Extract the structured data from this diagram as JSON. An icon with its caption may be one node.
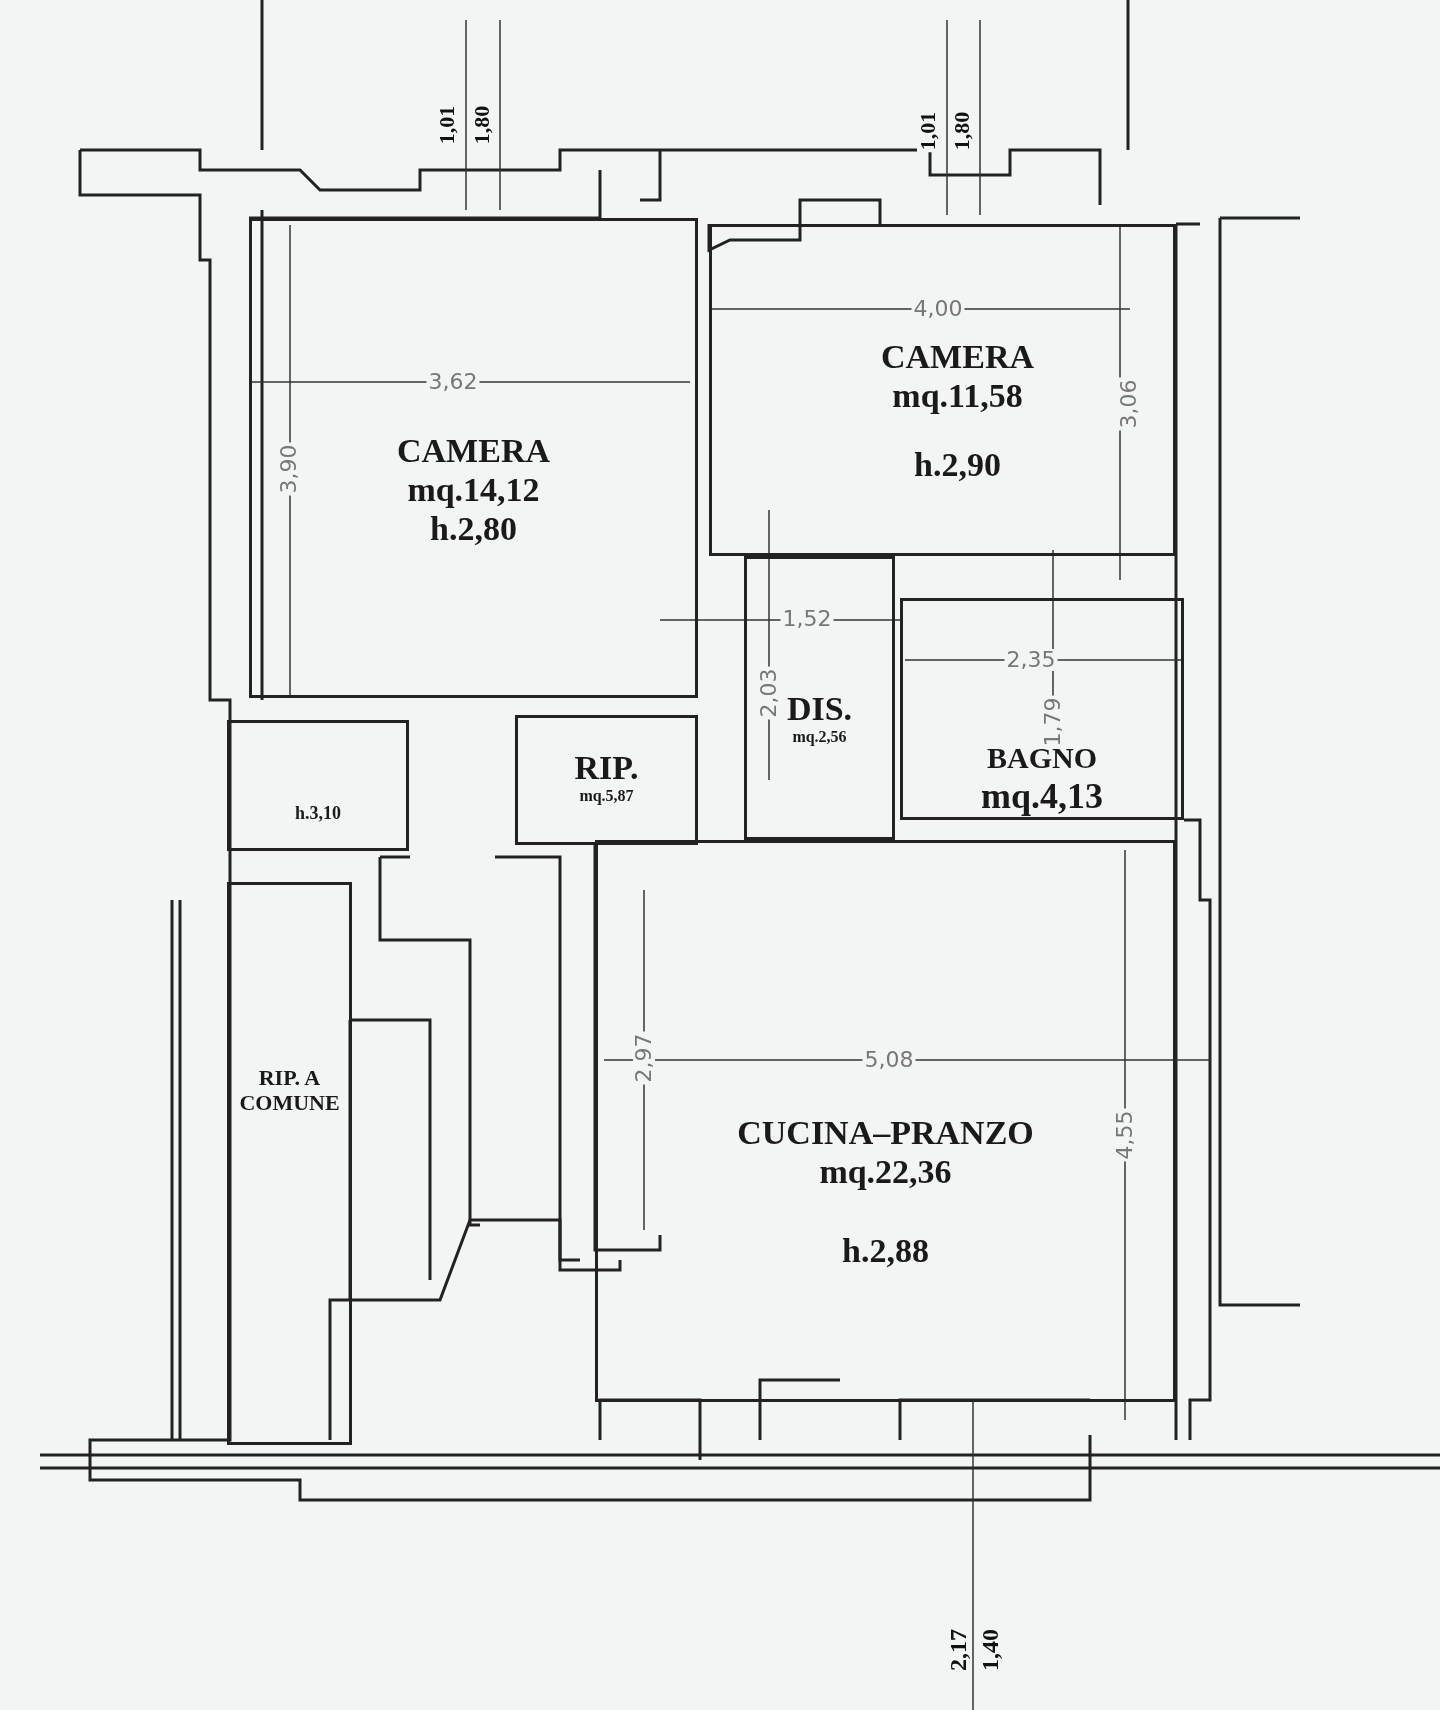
{
  "diagram": {
    "nodes": [
      {
        "text": [
          "CAMERA",
          "mq.14,12",
          "h.2,80"
        ]
      },
      {
        "text": [
          "CAMERA",
          "mq.11,58",
          "h.2,90"
        ]
      },
      {
        "text": [
          "DIS.",
          "mq.2,56"
        ]
      },
      {
        "text": [
          "RIP.",
          "mq.5,87"
        ]
      },
      {
        "text": [
          "h.3,10"
        ]
      },
      {
        "text": [
          "BAGNO",
          "mq.4,13"
        ]
      },
      {
        "text": [
          "RIP. A COMUNE"
        ]
      },
      {
        "text": [
          "CUCINA–PRANZO",
          "mq.22,36",
          "h.2,88"
        ]
      }
    ],
    "edges": [],
    "labels": [
      "1,01",
      "1,80",
      "1,01",
      "1,80",
      "4,00",
      "3,06",
      "3,62",
      "3,90",
      "1,52",
      "2,35",
      "2,03",
      "1,79",
      "5,08",
      "2,97",
      "4,55",
      "2,17",
      "1,40"
    ]
  }
}
